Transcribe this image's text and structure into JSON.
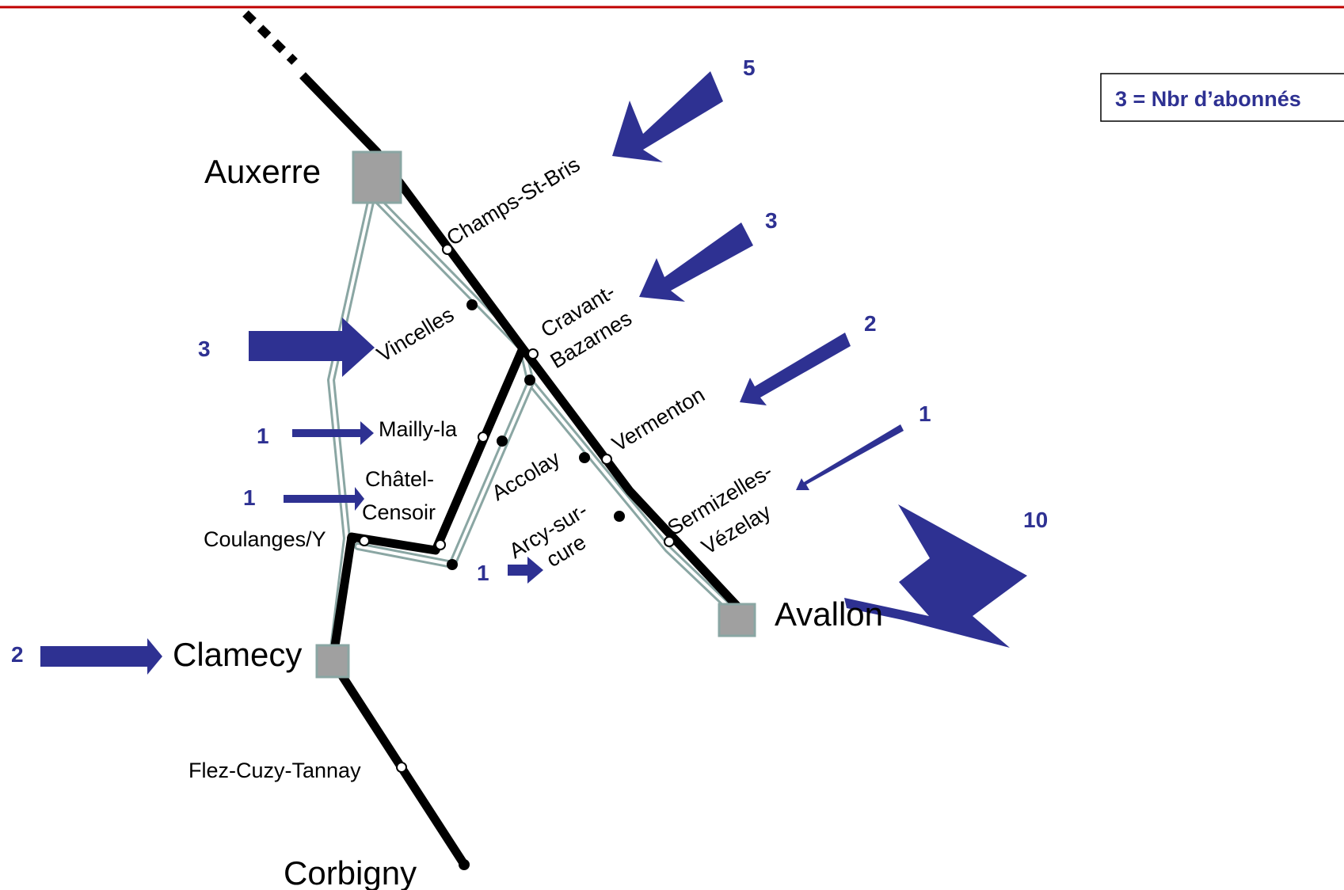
{
  "colors": {
    "accent": "#2e3192",
    "rail": "#000000",
    "track_outline": "#8aa6a3",
    "station_box": "#a0a0a0",
    "header_line": "#c00000"
  },
  "legend": {
    "text": "3 = Nbr d’abonnés"
  },
  "stations": {
    "auxerre": "Auxerre",
    "avallon": "Avallon",
    "clamecy": "Clamecy",
    "corbigny": "Corbigny",
    "champs": "Champs-St-Bris",
    "cravant_1": "Cravant-",
    "cravant_2": "Bazarnes",
    "vincelles": "Vincelles",
    "vermenton": "Vermenton",
    "sermizelles_1": "Sermizelles-",
    "sermizelles_2": "Vézelay",
    "accolay": "Accolay",
    "arcy_1": "Arcy-sur-",
    "arcy_2": "cure",
    "mailly": "Mailly-la",
    "chatel_1": "Châtel-",
    "chatel_2": "Censoir",
    "coulanges": "Coulanges/Y",
    "flez": "Flez-Cuzy-Tannay"
  },
  "subscribers": {
    "champs": "5",
    "cravant": "3",
    "vincelles": "3",
    "vermenton": "2",
    "sermizelles": "1",
    "avallon": "10",
    "mailly": "1",
    "chatel": "1",
    "arcy": "1",
    "clamecy": "2"
  }
}
